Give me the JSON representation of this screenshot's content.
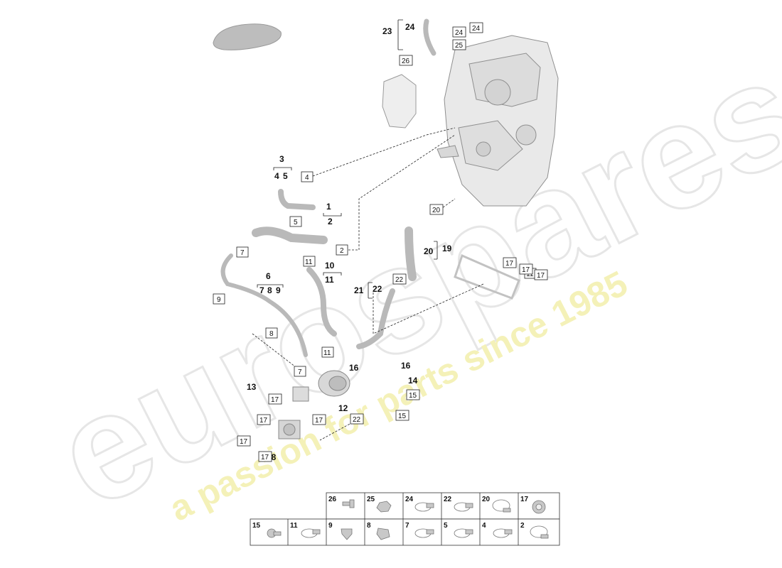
{
  "watermark": {
    "brand": "eurospares",
    "tagline": "a passion for parts since 1985"
  },
  "callouts": [
    "1",
    "2",
    "3",
    "4",
    "5",
    "6",
    "7",
    "8",
    "9",
    "10",
    "11",
    "12",
    "13",
    "14",
    "16",
    "16",
    "18",
    "19",
    "20",
    "21",
    "22",
    "23",
    "24"
  ],
  "boxed_labels": [
    "2",
    "4",
    "5",
    "7",
    "7",
    "8",
    "9",
    "11",
    "11",
    "11",
    "15",
    "15",
    "17",
    "17",
    "17",
    "17",
    "17",
    "17",
    "17",
    "17",
    "20",
    "22",
    "22",
    "24",
    "24",
    "25",
    "26"
  ],
  "legend": {
    "row1": [
      "26",
      "25",
      "24",
      "22",
      "20",
      "17"
    ],
    "row2": [
      "15",
      "11",
      "9",
      "8",
      "7",
      "5",
      "4",
      "2"
    ]
  },
  "colors": {
    "ink": "#111111",
    "hose": "#b9b9b9",
    "watermark_outline": "#e6e6e6",
    "watermark_tagline": "#f4f1b8"
  }
}
